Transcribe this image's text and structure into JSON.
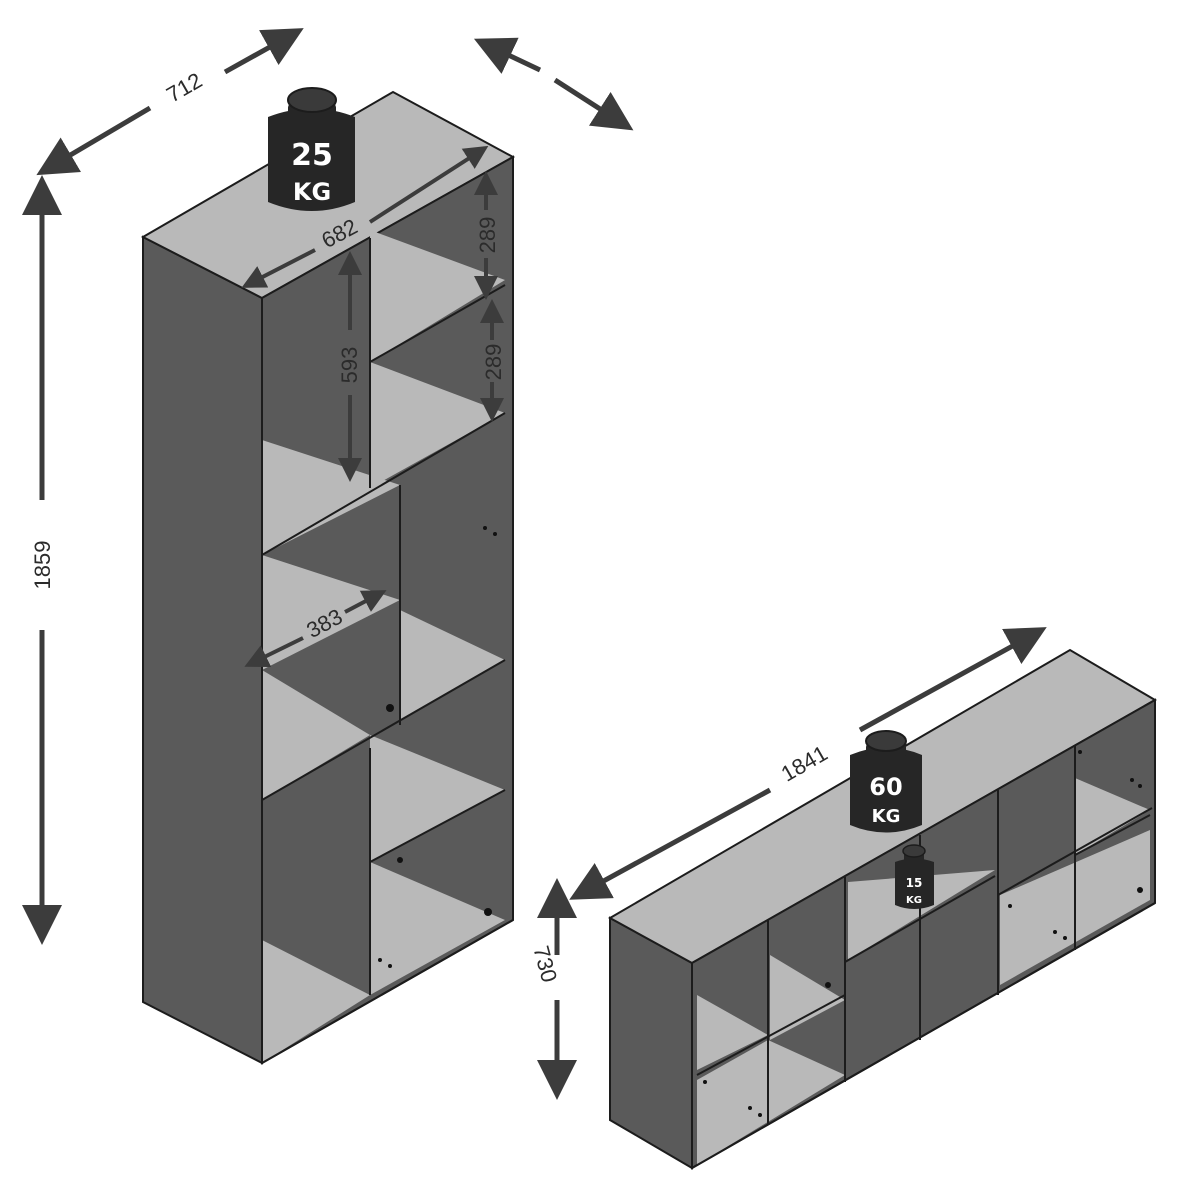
{
  "colors": {
    "panel": "#5a5a5a",
    "shelf": "#b9b9b9",
    "outline": "#1c1c1c",
    "arrow": "#3c3c3c",
    "weight": "#262626",
    "weight_text": "#ffffff"
  },
  "tall_unit": {
    "dimensions": {
      "depth": "712",
      "inner_width": "682",
      "height": "1859",
      "compartment_height": "593",
      "shelf_gap_top": "289",
      "shelf_gap_bottom": "289",
      "compartment_width": "383"
    },
    "weight": {
      "value": "25",
      "unit": "KG"
    }
  },
  "low_unit": {
    "dimensions": {
      "width": "1841",
      "height": "730"
    },
    "top_weight": {
      "value": "60",
      "unit": "KG"
    },
    "shelf_weight": {
      "value": "15",
      "unit": "KG"
    }
  }
}
